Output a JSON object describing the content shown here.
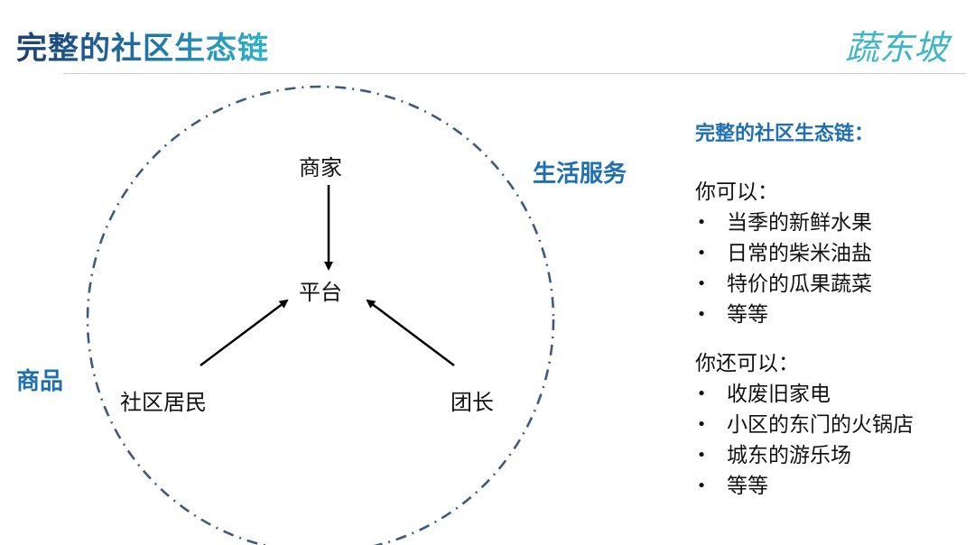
{
  "header": {
    "title": "完整的社区生态链",
    "brand": "蔬东坡"
  },
  "diagram": {
    "nodes": {
      "merchant": "商家",
      "platform": "平台",
      "residents": "社区居民",
      "leader": "团长"
    },
    "categories": {
      "goods": "商品",
      "life_services": "生活服务"
    },
    "colors": {
      "circle": "#3d5a80",
      "arrow": "#000000",
      "category": "#1f6fb2"
    }
  },
  "panel": {
    "heading": "完整的社区生态链：",
    "groups": [
      {
        "intro": "你可以：",
        "items": [
          "当季的新鲜水果",
          "日常的柴米油盐",
          "特价的瓜果蔬菜",
          "等等"
        ]
      },
      {
        "intro": "你还可以：",
        "items": [
          "收废旧家电",
          "小区的东门的火锅店",
          "城东的游乐场",
          "等等"
        ]
      }
    ],
    "bullet": "•"
  }
}
